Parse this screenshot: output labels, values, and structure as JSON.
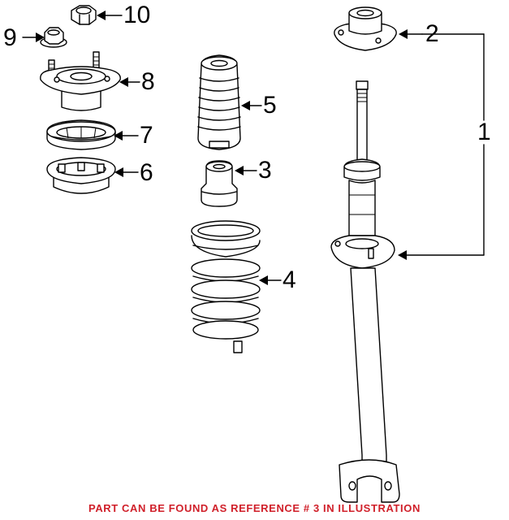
{
  "diagram": {
    "callouts": [
      {
        "id": "1",
        "label": "1"
      },
      {
        "id": "2",
        "label": "2"
      },
      {
        "id": "3",
        "label": "3"
      },
      {
        "id": "4",
        "label": "4"
      },
      {
        "id": "5",
        "label": "5"
      },
      {
        "id": "6",
        "label": "6"
      },
      {
        "id": "7",
        "label": "7"
      },
      {
        "id": "8",
        "label": "8"
      },
      {
        "id": "9",
        "label": "9"
      },
      {
        "id": "10",
        "label": "10"
      }
    ],
    "footer_note": "PART CAN BE FOUND AS REFERENCE # 3 IN ILLUSTRATION",
    "footer_color": "#d0202a",
    "line_color": "#000000"
  }
}
